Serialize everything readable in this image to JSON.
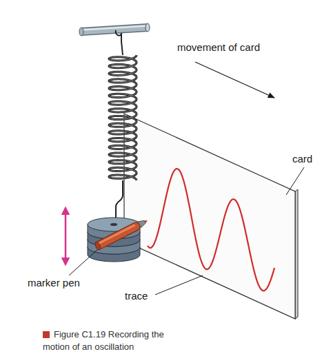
{
  "diagram": {
    "caption": "Figure C1.19 Recording the motion of an oscillation",
    "labels": [
      "movement of card",
      "card",
      "marker pen",
      "trace"
    ]
  }
}
